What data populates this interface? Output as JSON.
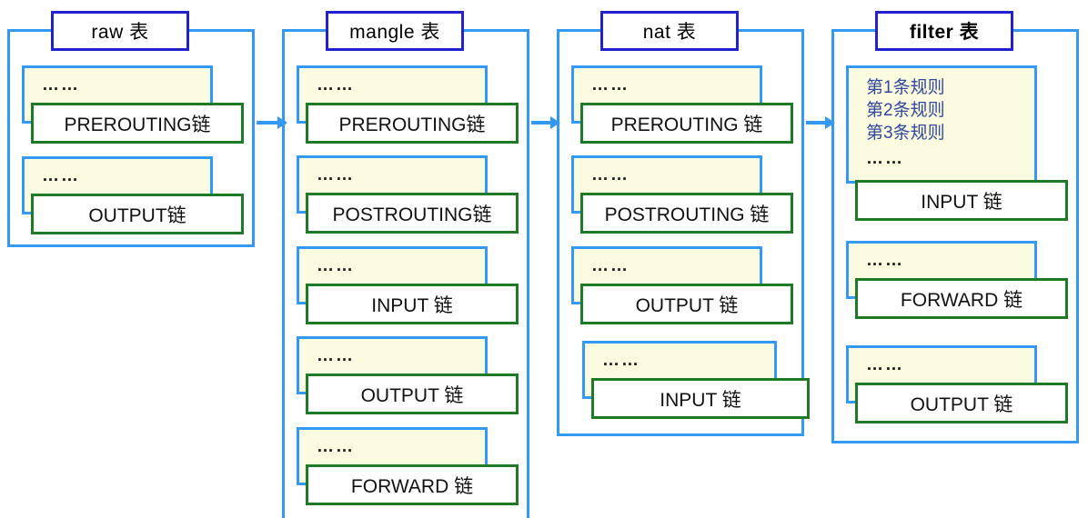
{
  "diagram": {
    "title": "iptables tables and chains flow",
    "colors": {
      "container_border": "#3399f3",
      "title_border": "#2222cc",
      "chain_card_fill": "#fbfbe0",
      "chain_card_border": "#3399f3",
      "chain_label_border": "#1f7a28",
      "rule_text": "#31479c",
      "arrow": "#3399f3"
    },
    "dots": "……",
    "tables": [
      {
        "id": "raw",
        "title": "raw 表",
        "bold_title": false,
        "chains": [
          {
            "dots": "……",
            "label": "PREROUTING链",
            "rules": []
          },
          {
            "dots": "……",
            "label": "OUTPUT链",
            "rules": []
          }
        ]
      },
      {
        "id": "mangle",
        "title": "mangle 表",
        "bold_title": false,
        "chains": [
          {
            "dots": "……",
            "label": "PREROUTING链",
            "rules": []
          },
          {
            "dots": "……",
            "label": "POSTROUTING链",
            "rules": []
          },
          {
            "dots": "……",
            "label": "INPUT 链",
            "rules": []
          },
          {
            "dots": "……",
            "label": "OUTPUT 链",
            "rules": []
          },
          {
            "dots": "……",
            "label": "FORWARD 链",
            "rules": []
          }
        ]
      },
      {
        "id": "nat",
        "title": "nat 表",
        "bold_title": true,
        "chains": [
          {
            "dots": "……",
            "label": "PREROUTING 链",
            "rules": []
          },
          {
            "dots": "……",
            "label": "POSTROUTING 链",
            "rules": []
          },
          {
            "dots": "……",
            "label": "OUTPUT 链",
            "rules": []
          },
          {
            "dots": "……",
            "label": "INPUT 链",
            "rules": []
          }
        ]
      },
      {
        "id": "filter",
        "title": "filter 表",
        "bold_title": true,
        "chains": [
          {
            "dots": "……",
            "label": "INPUT 链",
            "rules": [
              "第1条规则",
              "第2条规则",
              "第3条规则"
            ]
          },
          {
            "dots": "……",
            "label": "FORWARD 链",
            "rules": []
          },
          {
            "dots": "……",
            "label": "OUTPUT 链",
            "rules": []
          }
        ]
      }
    ],
    "arrows": [
      {
        "from": "raw",
        "to": "mangle"
      },
      {
        "from": "mangle",
        "to": "nat"
      },
      {
        "from": "nat",
        "to": "filter"
      }
    ]
  }
}
